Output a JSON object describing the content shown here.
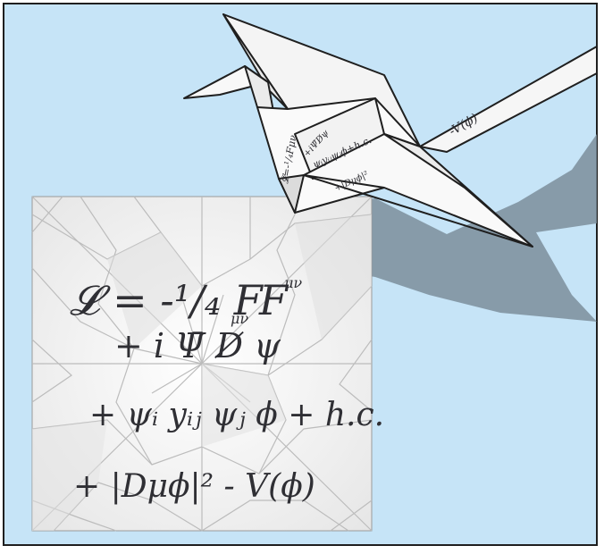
{
  "colors": {
    "sky": "#c6e4f7",
    "frame": "#1f1f1f",
    "paper": "#fbfbfb",
    "crease": "#b9b9b9",
    "shadow": "#7b8e9b",
    "ink": "#2f2f34"
  },
  "sheet": {
    "line1": "𝓛 = -¹/₄ F",
    "line1_sub": "μν",
    "line1_tail": "F",
    "line1_sup": "μν",
    "line2": "+ i Ψ̄ D̸ ψ",
    "line3": "+ ψᵢ yᵢⱼ ψⱼ ϕ + h.c.",
    "line4": "+ |Dμϕ|² - V(ϕ)"
  },
  "crane": {
    "wing_text": "-V(ϕ)",
    "body_text_1": "𝓛=-¹/₄Fμν",
    "body_text_2": "+iΨ̄D̸ψ",
    "body_text_3": "ψᵢyᵢⱼψⱼϕ+h.c.",
    "body_text_4": "+|Dμϕ|²"
  }
}
